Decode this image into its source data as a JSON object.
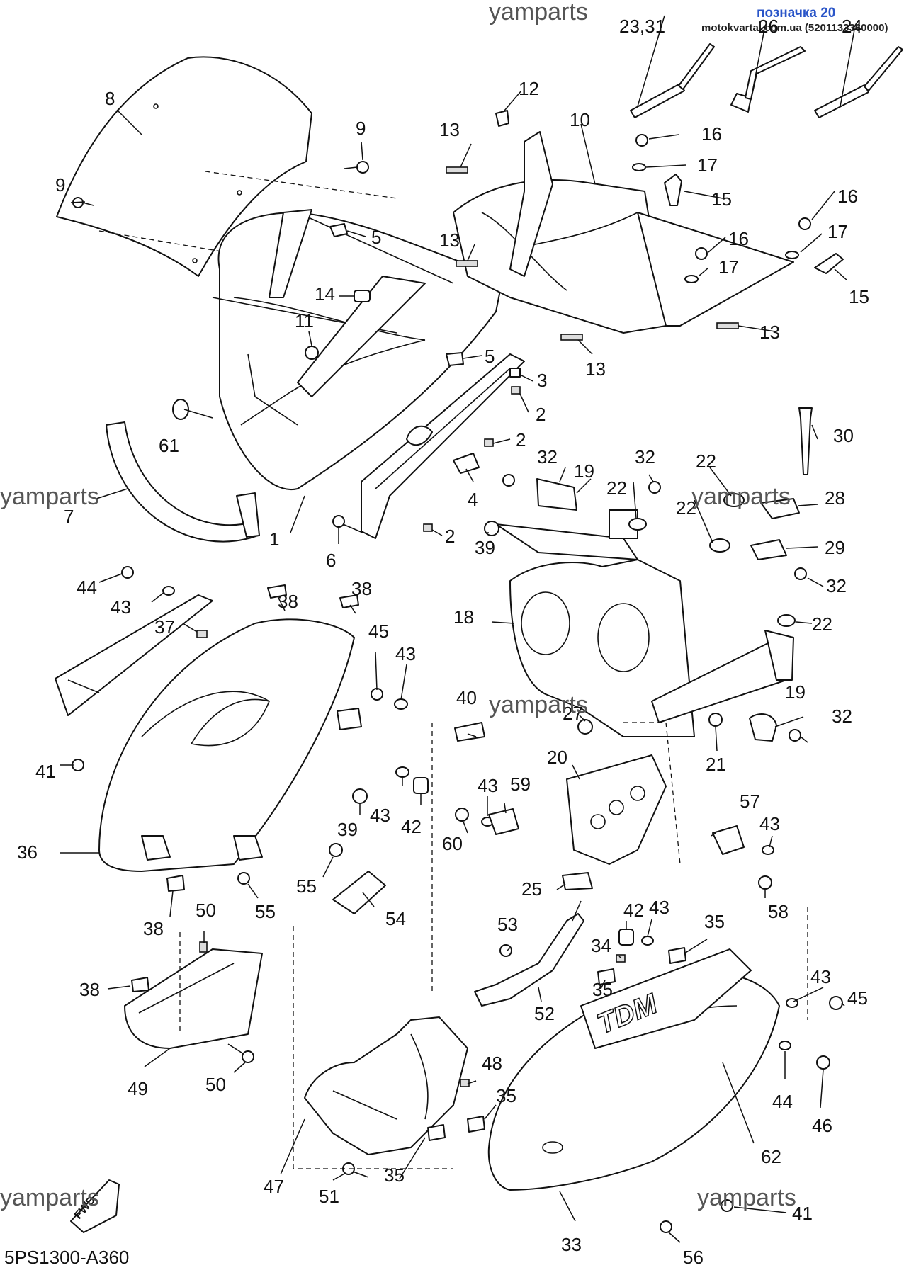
{
  "header": {
    "title": "позначка 20",
    "site": "motokvartal.com.ua (5201133360000)"
  },
  "watermarks": [
    "yamparts",
    "yamparts",
    "yamparts",
    "yamparts",
    "yamparts",
    "yamparts"
  ],
  "diagram_code": "5PS1300-A360",
  "fwd_label": "FWD",
  "callouts": [
    "1",
    "2",
    "2",
    "2",
    "3",
    "4",
    "5",
    "5",
    "6",
    "7",
    "8",
    "9",
    "9",
    "10",
    "11",
    "12",
    "13",
    "13",
    "13",
    "13",
    "14",
    "15",
    "15",
    "16",
    "16",
    "16",
    "17",
    "17",
    "17",
    "18",
    "19",
    "19",
    "20",
    "21",
    "22",
    "22",
    "22",
    "22",
    "23,31",
    "26",
    "24",
    "25",
    "27",
    "28",
    "29",
    "30",
    "32",
    "32",
    "32",
    "32",
    "33",
    "34",
    "35",
    "35",
    "35",
    "35",
    "36",
    "37",
    "38",
    "38",
    "38",
    "38",
    "39",
    "39",
    "40",
    "41",
    "41",
    "42",
    "42",
    "43",
    "43",
    "43",
    "43",
    "43",
    "43",
    "43",
    "44",
    "44",
    "45",
    "45",
    "46",
    "47",
    "48",
    "49",
    "50",
    "50",
    "51",
    "52",
    "53",
    "54",
    "55",
    "55",
    "56",
    "57",
    "58",
    "59",
    "60",
    "61",
    "62"
  ]
}
